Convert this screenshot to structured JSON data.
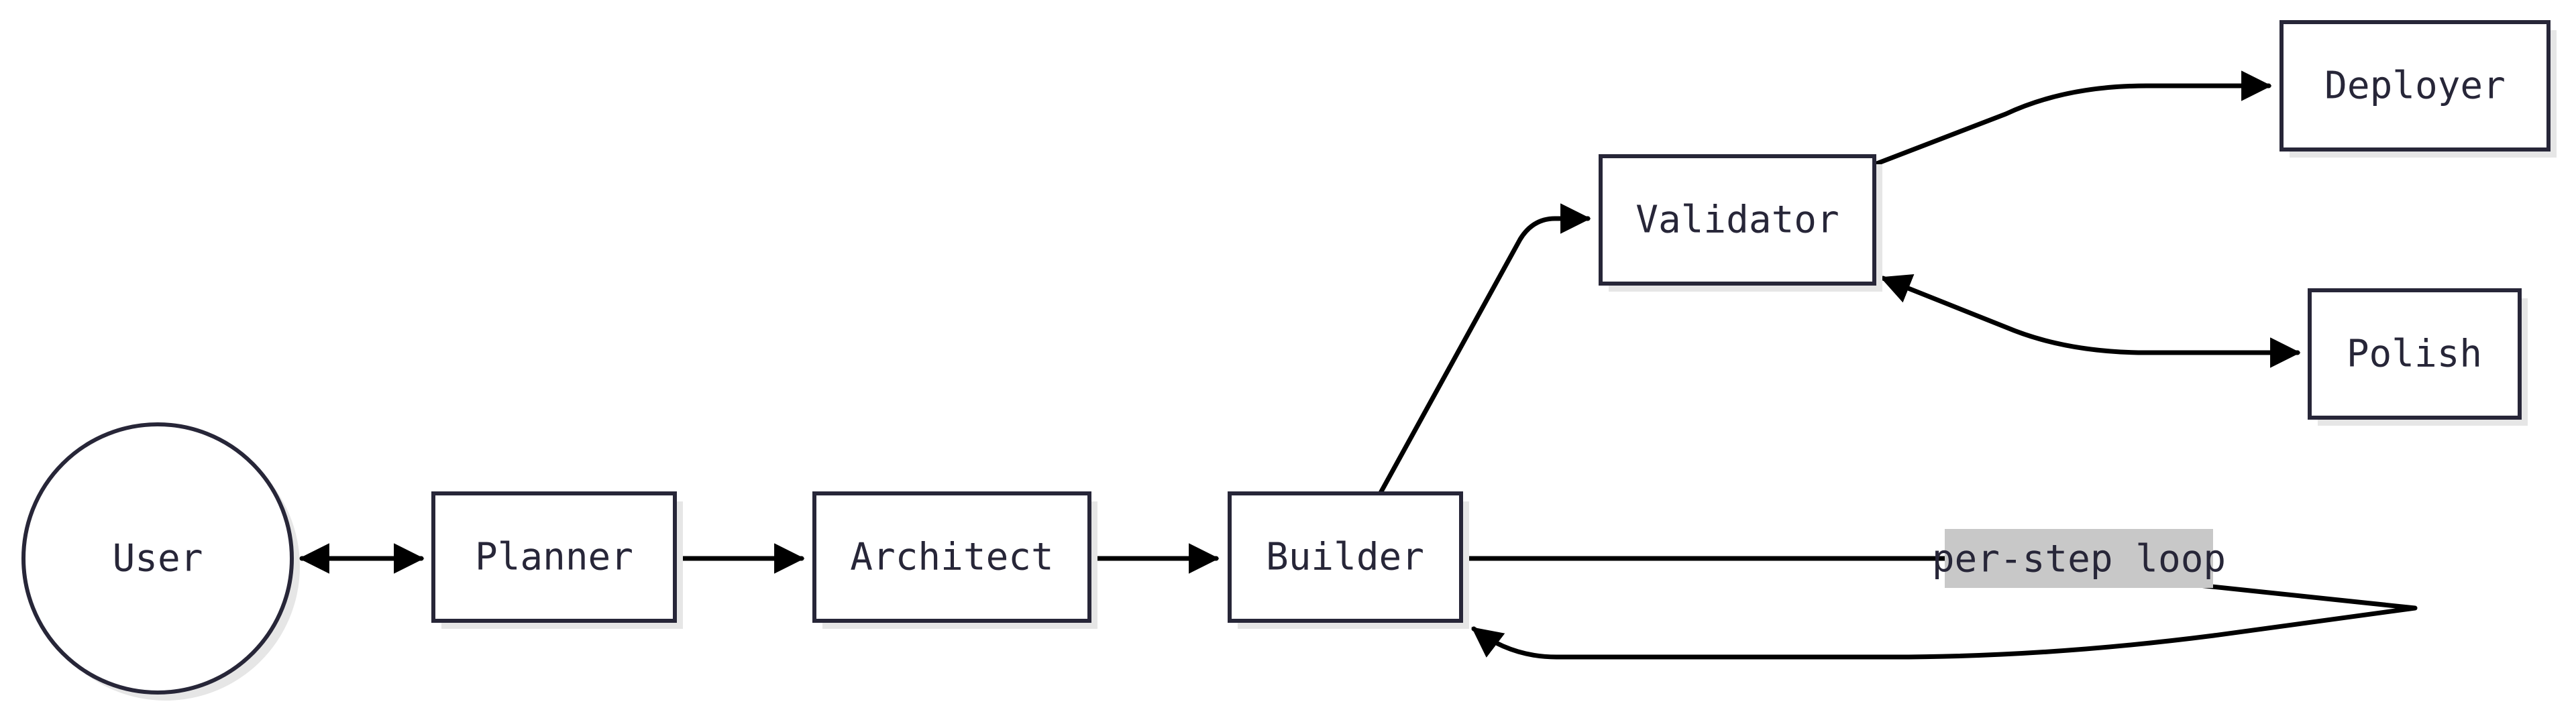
{
  "nodes": {
    "user": "User",
    "planner": "Planner",
    "architect": "Architect",
    "builder": "Builder",
    "validator": "Validator",
    "deployer": "Deployer",
    "polish": "Polish"
  },
  "edges": {
    "loop_label": "per-step loop"
  },
  "colors": {
    "node_border": "#272638",
    "edge": "#000000",
    "edge_label_background": "#c8c8c8"
  }
}
